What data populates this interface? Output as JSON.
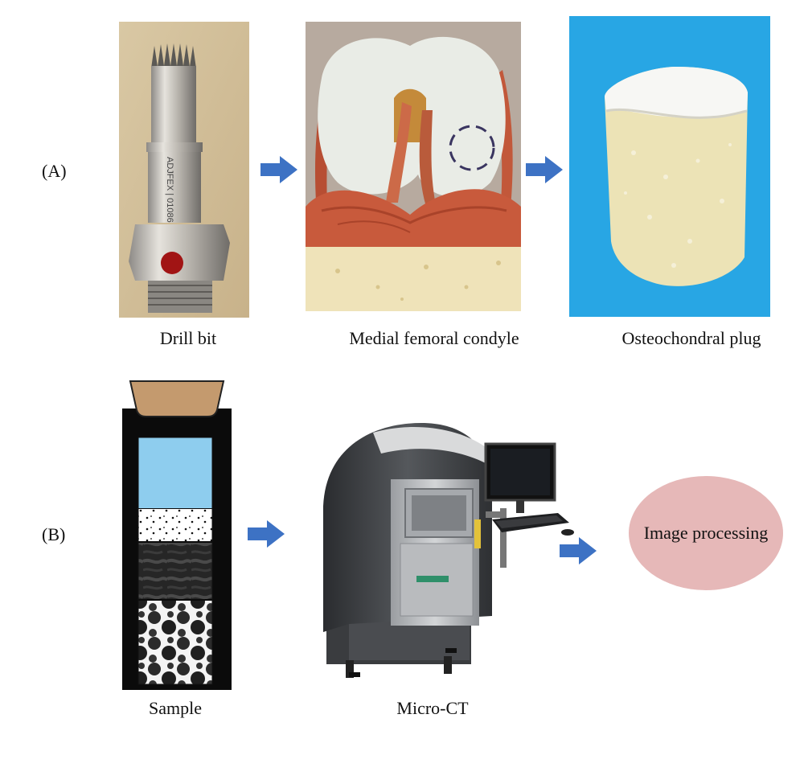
{
  "panels": {
    "a": {
      "label": "(A)"
    },
    "b": {
      "label": "(B)"
    }
  },
  "captions": {
    "drill_bit": "Drill bit",
    "condyle": "Medial femoral condyle",
    "plug": "Osteochondral plug",
    "sample": "Sample",
    "micro_ct": "Micro-CT"
  },
  "image_processing": {
    "label": "Image processing"
  },
  "drill_engraving": "ADJFEX | 01086",
  "colors": {
    "arrow_blue": "#3d72c4",
    "ellipse_pink": "#e6b8b8",
    "sky_blue": "#28a6e4",
    "water_blue": "#8ecdee",
    "cork_tan": "#c49a6e"
  }
}
